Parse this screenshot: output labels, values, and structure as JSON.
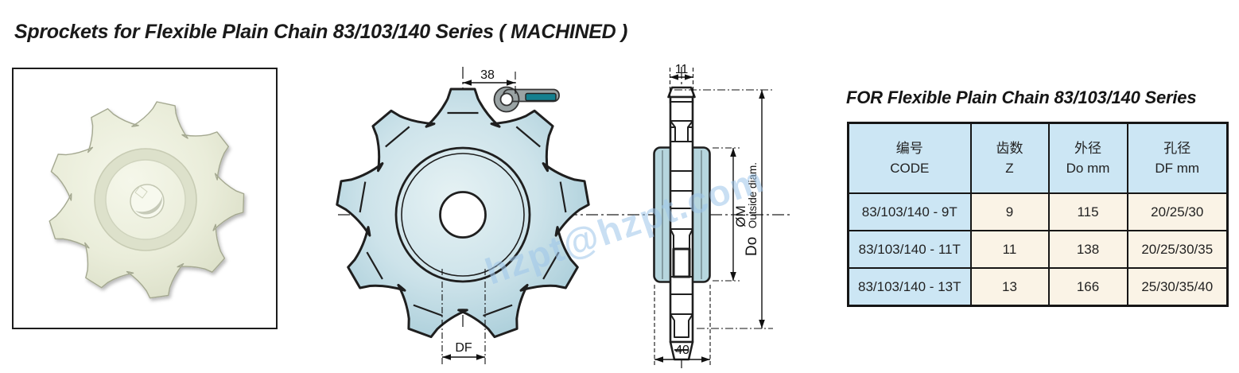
{
  "page": {
    "title": "Sprockets for Flexible Plain Chain 83/103/140 Series ( MACHINED )",
    "watermark": "hzpt@hzpt.com"
  },
  "drawing": {
    "front": {
      "dim_width": "38",
      "dim_df": "DF"
    },
    "side": {
      "dim_tip": "11",
      "dim_hub_width": "40",
      "dim_bore": "ØM",
      "dim_outer": "Do",
      "dim_outer_sub": "Outside diam."
    }
  },
  "spec": {
    "heading": "FOR Flexible Plain Chain 83/103/140 Series",
    "columns": [
      {
        "cn": "编号",
        "en": "CODE"
      },
      {
        "cn": "齿数",
        "en": "Z"
      },
      {
        "cn": "外径",
        "en": "Do mm"
      },
      {
        "cn": "孔径",
        "en": "DF mm"
      }
    ],
    "rows": [
      {
        "code": "83/103/140 - 9T",
        "z": "9",
        "do_mm": "115",
        "df_mm": "20/25/30"
      },
      {
        "code": "83/103/140 - 11T",
        "z": "11",
        "do_mm": "138",
        "df_mm": "20/25/30/35"
      },
      {
        "code": "83/103/140 - 13T",
        "z": "13",
        "do_mm": "166",
        "df_mm": "25/30/35/40"
      }
    ]
  },
  "colors": {
    "table_blue": "#cce6f4",
    "table_cream": "#faf3e6",
    "drawing_fill": "#bcd9e2",
    "hub_fill": "#b6d6de",
    "chain_teal": "#14808f",
    "line": "#1f1f1f"
  }
}
